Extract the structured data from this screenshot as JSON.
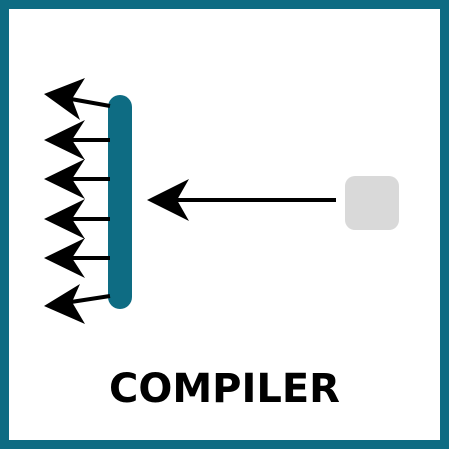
{
  "diagram": {
    "label": "COMPILER",
    "colors": {
      "frame": "#0e6c83",
      "compiler_bar": "#0e6c83",
      "source_block": "#d9d9d9",
      "arrows": "#000000",
      "background": "#ffffff"
    },
    "elements": {
      "source": "source-block",
      "compiler": "compiler-bar",
      "output_arrow_count": 6
    }
  }
}
